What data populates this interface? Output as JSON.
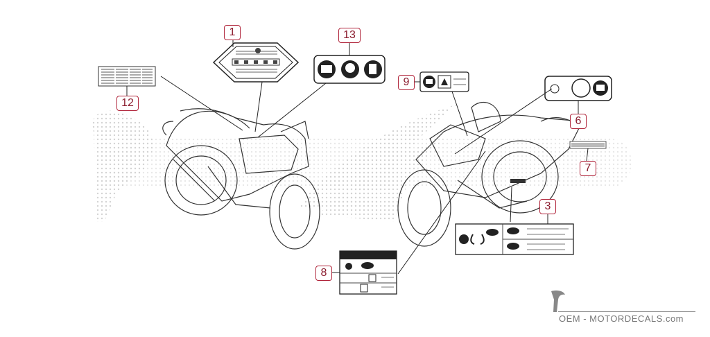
{
  "diagram": {
    "callouts": [
      {
        "id": "callout-1",
        "label": "1"
      },
      {
        "id": "callout-13",
        "label": "13"
      },
      {
        "id": "callout-12",
        "label": "12"
      },
      {
        "id": "callout-9",
        "label": "9"
      },
      {
        "id": "callout-6",
        "label": "6"
      },
      {
        "id": "callout-7",
        "label": "7"
      },
      {
        "id": "callout-3",
        "label": "3"
      },
      {
        "id": "callout-8",
        "label": "8"
      }
    ]
  },
  "watermark": {
    "brand_text": "OEM - MOTORDECALS.com"
  },
  "colors": {
    "callout_border": "#b0243a",
    "callout_text": "#8a1a2c",
    "line_art": "#333333",
    "watermark": "#d4d4d4"
  }
}
